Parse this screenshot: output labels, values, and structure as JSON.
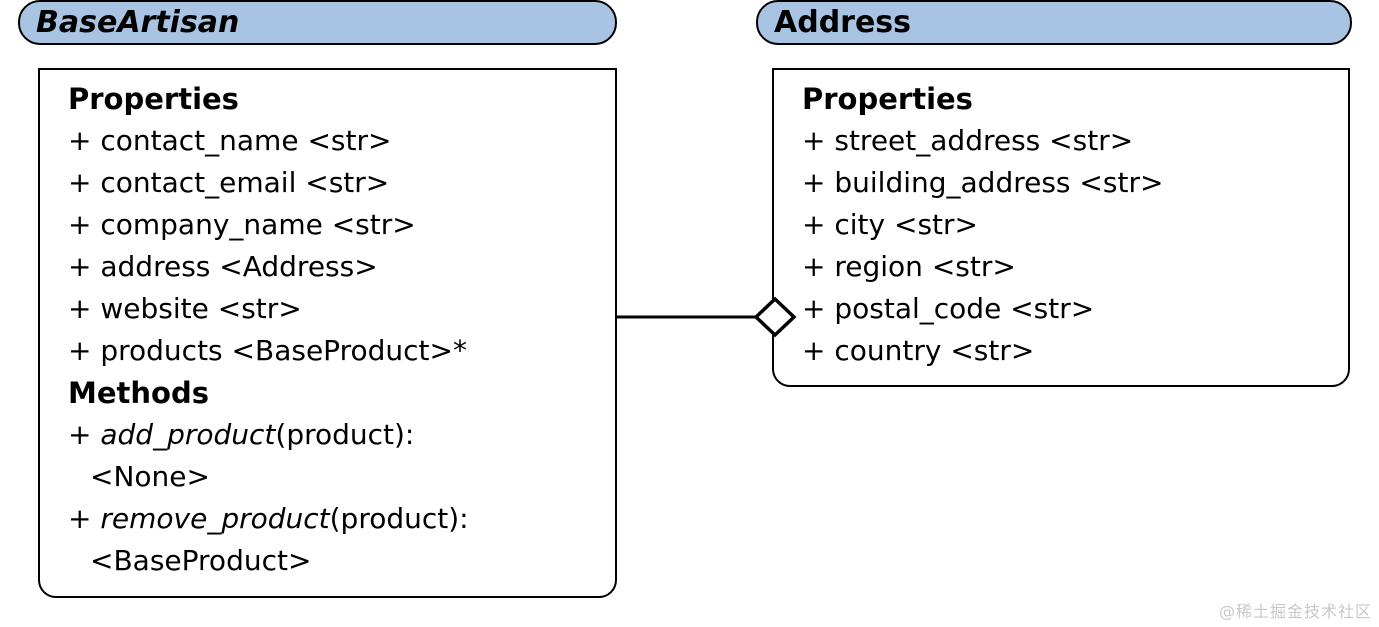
{
  "diagram": {
    "type": "uml-class-diagram",
    "relationship": {
      "kind": "aggregation",
      "diamond_style": "hollow",
      "from": "BaseArtisan",
      "to": "Address"
    }
  },
  "colors": {
    "header_fill": "#a9c4e2",
    "border": "#000000",
    "text": "#000000",
    "background": "#ffffff",
    "watermark": "#c8c8c8"
  },
  "base_artisan": {
    "name": "BaseArtisan",
    "abstract": true,
    "properties_title": "Properties",
    "properties": [
      "+ contact_name <str>",
      "+ contact_email <str>",
      "+ company_name <str>",
      "+ address <Address>",
      "+ website <str>",
      "+ products <BaseProduct>*"
    ],
    "methods_title": "Methods",
    "methods": [
      {
        "prefix": "+ ",
        "name": "add_product",
        "signature": "(product):",
        "returns": "<None>"
      },
      {
        "prefix": "+ ",
        "name": "remove_product",
        "signature": "(product):",
        "returns": "<BaseProduct>"
      }
    ]
  },
  "address": {
    "name": "Address",
    "abstract": false,
    "properties_title": "Properties",
    "properties": [
      "+ street_address <str>",
      "+ building_address <str>",
      "+ city <str>",
      "+ region <str>",
      "+ postal_code <str>",
      "+ country <str>"
    ]
  },
  "watermark": {
    "text": "@稀土掘金技术社区"
  }
}
